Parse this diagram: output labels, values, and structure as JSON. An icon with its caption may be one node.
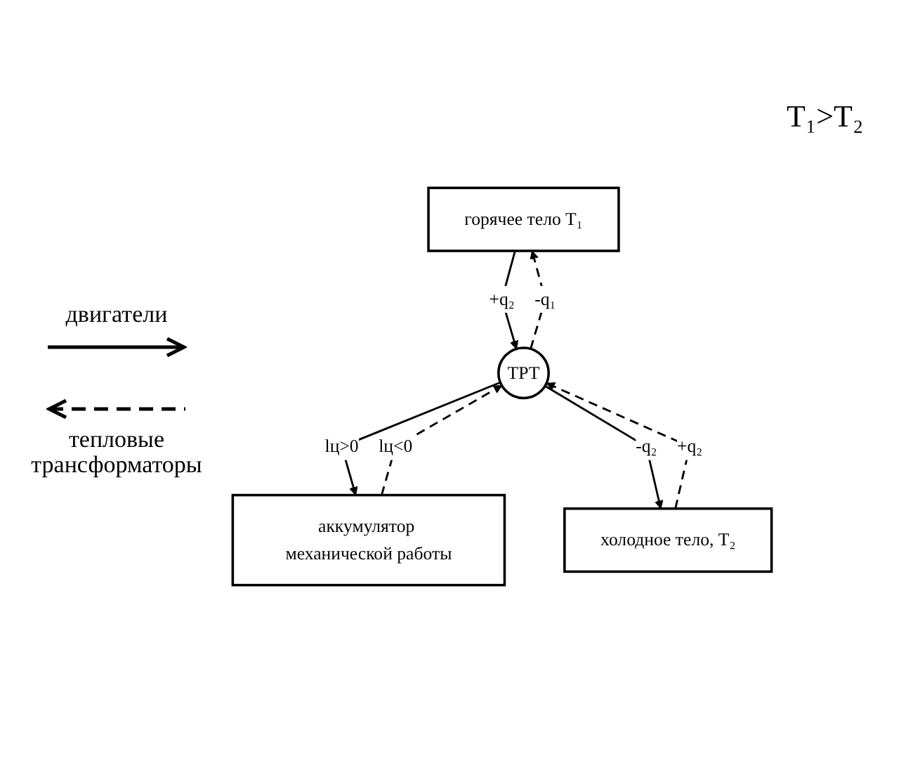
{
  "diagram": {
    "nodes": [
      {
        "text": [
          "горячее тело T₁"
        ]
      },
      {
        "text": [
          "ТРТ"
        ]
      },
      {
        "text": [
          "аккумулятор механической работы"
        ]
      },
      {
        "text": [
          "холодное тело, T₂"
        ]
      }
    ],
    "edges": [
      {
        "from": 0,
        "to": 1,
        "arrow": "to",
        "label": "+q₂"
      },
      {
        "from": 1,
        "to": 0,
        "arrow": "to",
        "label": "-q₁",
        "style": "dashed"
      },
      {
        "from": 2,
        "to": 1,
        "arrow": "to",
        "label": "lц<0",
        "style": "dashed"
      },
      {
        "from": 1,
        "to": 2,
        "arrow": "to",
        "label": "lц>0"
      },
      {
        "from": 1,
        "to": 3,
        "arrow": "to",
        "label": "-q₂"
      },
      {
        "from": 3,
        "to": 1,
        "arrow": "to",
        "label": "+q₂",
        "style": "dashed"
      }
    ],
    "labels": [
      "T₁>T₂"
    ],
    "legend": [
      {
        "text": "двигатели"
      },
      {
        "text": "тепловые трансформаторы"
      }
    ]
  }
}
